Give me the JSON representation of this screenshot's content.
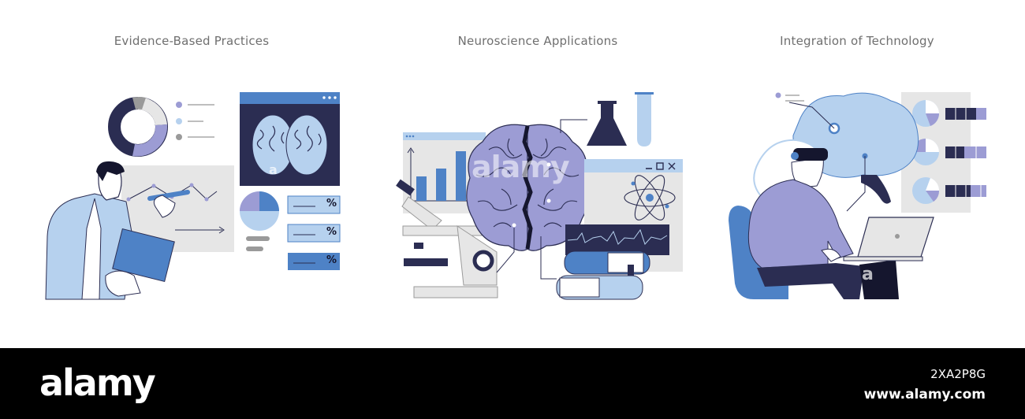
{
  "panels": [
    {
      "title": "Evidence-Based Practices"
    },
    {
      "title": "Neuroscience Applications"
    },
    {
      "title": "Integration of Technology"
    }
  ],
  "percent_symbol": "%",
  "watermark": {
    "text": "alamy",
    "small_mark": "a"
  },
  "footer": {
    "brand": "alamy",
    "image_id": "2XA2P8G",
    "site": "www.alamy.com"
  },
  "colors": {
    "navy": "#2b2d52",
    "light_blue": "#b6d1ee",
    "mid_blue": "#4e82c6",
    "lavender": "#9c9cd4",
    "gray": "#e6e6e6",
    "dark_gray": "#9a9a9a"
  }
}
